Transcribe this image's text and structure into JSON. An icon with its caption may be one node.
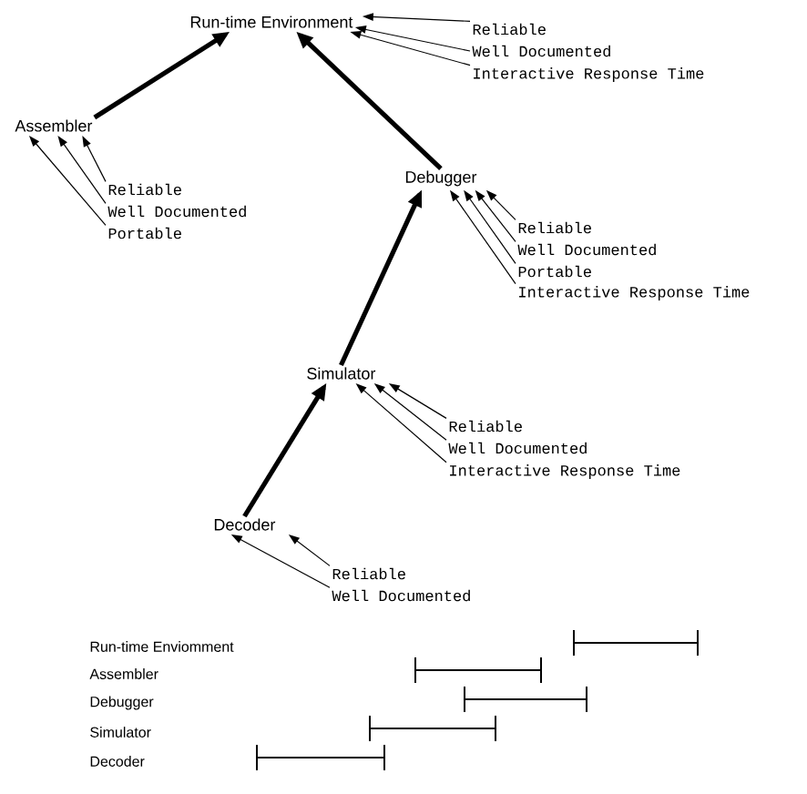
{
  "diagram": {
    "nodes": [
      {
        "text": [
          "Run-time Environment"
        ]
      },
      {
        "text": [
          "Reliable"
        ]
      },
      {
        "text": [
          "Well Documented"
        ]
      },
      {
        "text": [
          "Interactive Response Time"
        ]
      },
      {
        "text": [
          "Assembler"
        ]
      },
      {
        "text": [
          "Reliable"
        ]
      },
      {
        "text": [
          "Well Documented"
        ]
      },
      {
        "text": [
          "Portable"
        ]
      },
      {
        "text": [
          "Debugger"
        ]
      },
      {
        "text": [
          "Reliable"
        ]
      },
      {
        "text": [
          "Well Documented"
        ]
      },
      {
        "text": [
          "Portable"
        ]
      },
      {
        "text": [
          "Interactive Response Time"
        ]
      },
      {
        "text": [
          "Simulator"
        ]
      },
      {
        "text": [
          "Reliable"
        ]
      },
      {
        "text": [
          "Well Documented"
        ]
      },
      {
        "text": [
          "Interactive Response Time"
        ]
      },
      {
        "text": [
          "Decoder"
        ]
      },
      {
        "text": [
          "Reliable"
        ]
      },
      {
        "text": [
          "Well Documented"
        ]
      }
    ],
    "edges": [
      {
        "from": 4,
        "to": 0,
        "arrow": "to",
        "style": "thick"
      },
      {
        "from": 8,
        "to": 0,
        "arrow": "to",
        "style": "thick"
      },
      {
        "from": 13,
        "to": 8,
        "arrow": "to",
        "style": "thick"
      },
      {
        "from": 17,
        "to": 13,
        "arrow": "to",
        "style": "thick"
      },
      {
        "from": 1,
        "to": 0,
        "arrow": "to"
      },
      {
        "from": 2,
        "to": 0,
        "arrow": "to"
      },
      {
        "from": 3,
        "to": 0,
        "arrow": "to"
      },
      {
        "from": 5,
        "to": 4,
        "arrow": "to"
      },
      {
        "from": 6,
        "to": 4,
        "arrow": "to"
      },
      {
        "from": 7,
        "to": 4,
        "arrow": "to"
      },
      {
        "from": 9,
        "to": 8,
        "arrow": "to"
      },
      {
        "from": 10,
        "to": 8,
        "arrow": "to"
      },
      {
        "from": 11,
        "to": 8,
        "arrow": "to"
      },
      {
        "from": 12,
        "to": 8,
        "arrow": "to"
      },
      {
        "from": 14,
        "to": 13,
        "arrow": "to"
      },
      {
        "from": 15,
        "to": 13,
        "arrow": "to"
      },
      {
        "from": 16,
        "to": 13,
        "arrow": "to"
      },
      {
        "from": 18,
        "to": 17,
        "arrow": "to"
      },
      {
        "from": 19,
        "to": 17,
        "arrow": "to"
      }
    ],
    "labels": [
      "Run-time Enviomment",
      "Assembler",
      "Debugger",
      "Simulator",
      "Decoder"
    ]
  }
}
